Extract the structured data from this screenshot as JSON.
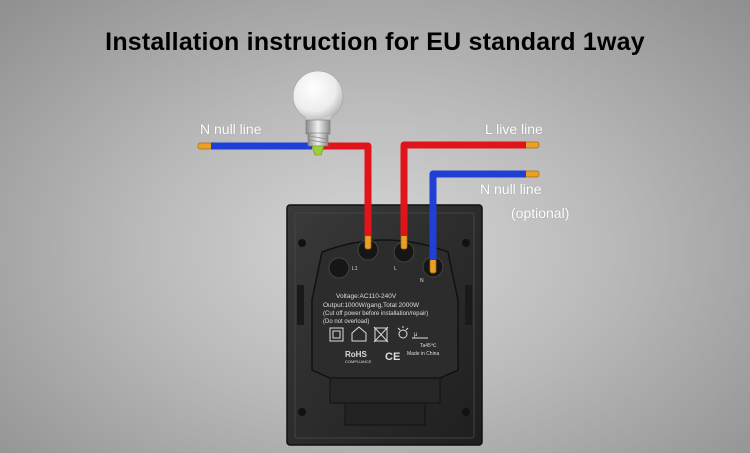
{
  "title": "Installation instruction for  EU standard 1way",
  "labels": {
    "n_null_left": "N null line",
    "l_live": "L live line",
    "n_null_right": "N null line",
    "optional": "(optional)"
  },
  "switch_back": {
    "terminal_l1": "L1",
    "terminal_l": "L",
    "terminal_n": "N",
    "voltage": "Voltage:AC110-240V",
    "output": "Output:1000W/gang,Total 2000W",
    "cut_off": "(Cut off power before installation/repair)",
    "no_overload": "(Do not overload)",
    "temp": "Ta45℃",
    "rohs": "RoHS",
    "rohs_sub": "COMPLIANCE",
    "ce": "CE",
    "made_in": "Made in China"
  },
  "colors": {
    "background": "#b9b9b9",
    "live_wire": "#e0141b",
    "neutral_wire": "#1f3fd6",
    "copper": "#e8a025",
    "panel": "#2a2a2a"
  }
}
